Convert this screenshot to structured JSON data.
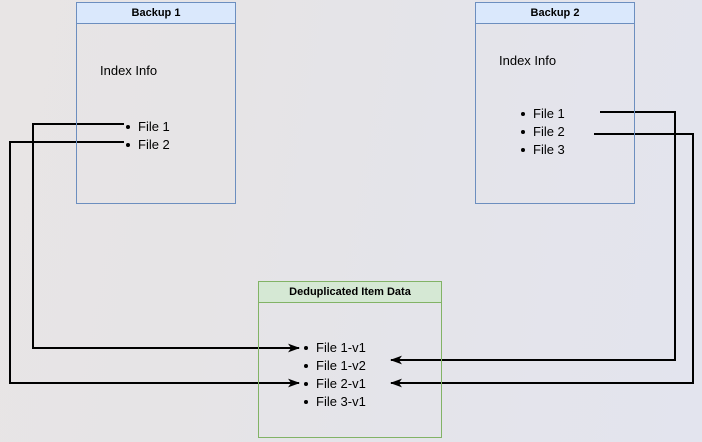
{
  "diagram": {
    "title_hidden": "Backup deduplication index diagram",
    "background_color": "#e7e5e7",
    "blue_fill": "#dae8fc",
    "blue_stroke": "#6c8ebf",
    "green_fill": "#d5e8d4",
    "green_stroke": "#82b366",
    "line_color": "#000000"
  },
  "boxes": [
    {
      "id": "backup-1",
      "title": "Backup 1",
      "heading": "Index Info",
      "items": [
        "File 1",
        "File 2"
      ]
    },
    {
      "id": "backup-2",
      "title": "Backup 2",
      "heading": "Index Info",
      "items": [
        "File 1",
        "File 2",
        "File 3"
      ]
    },
    {
      "id": "deduplicated-item-data",
      "title": "Deduplicated Item Data",
      "heading": "",
      "items": [
        "File 1-v1",
        "File 1-v2",
        "File 2-v1",
        "File 3-v1"
      ]
    }
  ],
  "connectors": [
    {
      "from": "backup-1.File 1",
      "to": "deduplicated.File 1-v1"
    },
    {
      "from": "backup-1.File 2",
      "to": "deduplicated.File 2-v1"
    },
    {
      "from": "backup-2.File 1",
      "to": "deduplicated.File 1-v2"
    },
    {
      "from": "backup-2.File 2",
      "to": "deduplicated.File 2-v1"
    }
  ]
}
